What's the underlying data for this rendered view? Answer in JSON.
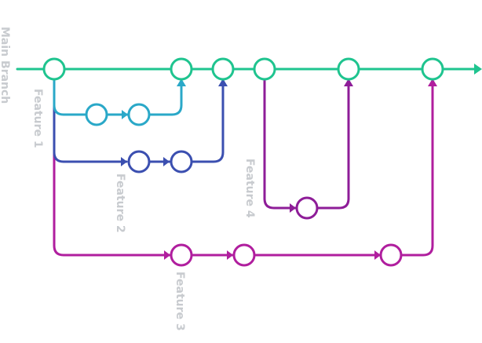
{
  "labels": {
    "main": "Main Branch",
    "feature1": "Feature 1",
    "feature2": "Feature 2",
    "feature3": "Feature 3",
    "feature4": "Feature 4"
  },
  "colors": {
    "main": "#1fc48f",
    "feature1": "#2aa8c8",
    "feature2": "#3b4fb0",
    "feature3": "#b01e9e",
    "feature4": "#8e1d98",
    "label": "#c8cbcf",
    "node_fill": "#ffffff"
  }
}
